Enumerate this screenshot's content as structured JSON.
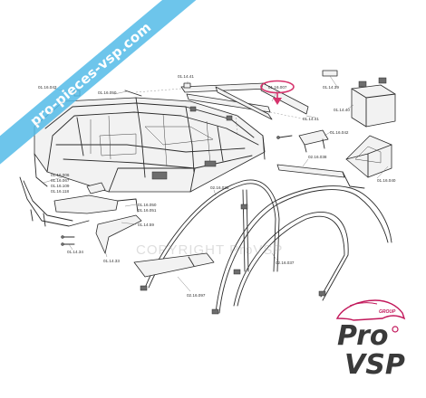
{
  "diagram": {
    "labels": [
      {
        "id": "l01",
        "text": "01.16.043"
      },
      {
        "id": "l02",
        "text": "01.16.050"
      },
      {
        "id": "l03",
        "text": "01.14.41"
      },
      {
        "id": "l04",
        "text": "01.16.007"
      },
      {
        "id": "l05",
        "text": "01.14.39"
      },
      {
        "id": "l06",
        "text": "01.14.40"
      },
      {
        "id": "l07",
        "text": "01.14.41"
      },
      {
        "id": "l08",
        "text": "01.16.042"
      },
      {
        "id": "l09",
        "text": "01.16.006"
      },
      {
        "id": "l10",
        "text": "01.16.067"
      },
      {
        "id": "l11",
        "text": "01.16.109"
      },
      {
        "id": "l12",
        "text": "01.16.118"
      },
      {
        "id": "l13",
        "text": "02.16.036"
      },
      {
        "id": "l14",
        "text": "02.16.038"
      },
      {
        "id": "l15",
        "text": "01.16.040"
      },
      {
        "id": "l16",
        "text": "01.16.050"
      },
      {
        "id": "l17",
        "text": "01.16.051"
      },
      {
        "id": "l18",
        "text": "01.14.59"
      },
      {
        "id": "l19",
        "text": "01.14.34"
      },
      {
        "id": "l20",
        "text": "01.14.33"
      },
      {
        "id": "l21",
        "text": "02.16.037"
      },
      {
        "id": "l22",
        "text": "02.16.097"
      }
    ],
    "highlight_color": "#d6336c"
  },
  "banner": {
    "text": "pro-pieces-vsp.com",
    "color": "#54bbe8"
  },
  "watermark": {
    "text": "COPYRIGHT ProVSP"
  },
  "logo": {
    "pro": "Pro",
    "vsp": "VSP",
    "group": "GROUP",
    "accent_color": "#c2185b"
  }
}
